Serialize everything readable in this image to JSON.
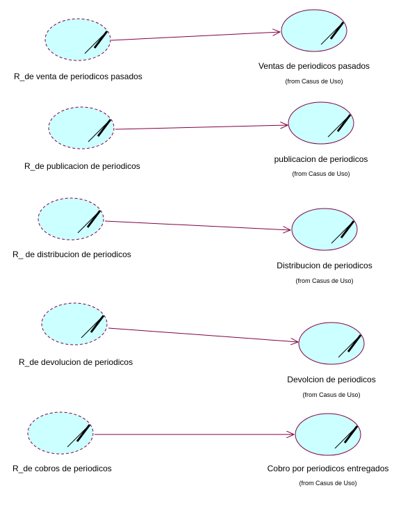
{
  "colors": {
    "ellipse_fill": "#ccffff",
    "ellipse_stroke": "#800040",
    "arrow": "#800040",
    "text": "#000000"
  },
  "rows": [
    {
      "left": {
        "label": "R_de venta de periodicos pasados",
        "style": "realization"
      },
      "right": {
        "label": "Ventas de periodicos pasados",
        "from": "(from Casus de Uso)",
        "style": "use-case"
      }
    },
    {
      "left": {
        "label": "R_de publicacion de periodicos",
        "style": "realization"
      },
      "right": {
        "label": "publicacion de periodicos",
        "from": "(from Casus de Uso)",
        "style": "use-case"
      }
    },
    {
      "left": {
        "label": "R_ de distribucion de periodicos",
        "style": "realization"
      },
      "right": {
        "label": "Distribucion de periodicos",
        "from": "(from Casus de Uso)",
        "style": "use-case"
      }
    },
    {
      "left": {
        "label": "R_de devolucion de periodicos",
        "style": "realization"
      },
      "right": {
        "label": "Devolcion de periodicos",
        "from": "(from Casus de Uso)",
        "style": "use-case"
      }
    },
    {
      "left": {
        "label": "R_de cobros de periodicos",
        "style": "realization"
      },
      "right": {
        "label": "Cobro por periodicos entregados",
        "from": "(from Casus de Uso)",
        "style": "use-case"
      }
    }
  ]
}
